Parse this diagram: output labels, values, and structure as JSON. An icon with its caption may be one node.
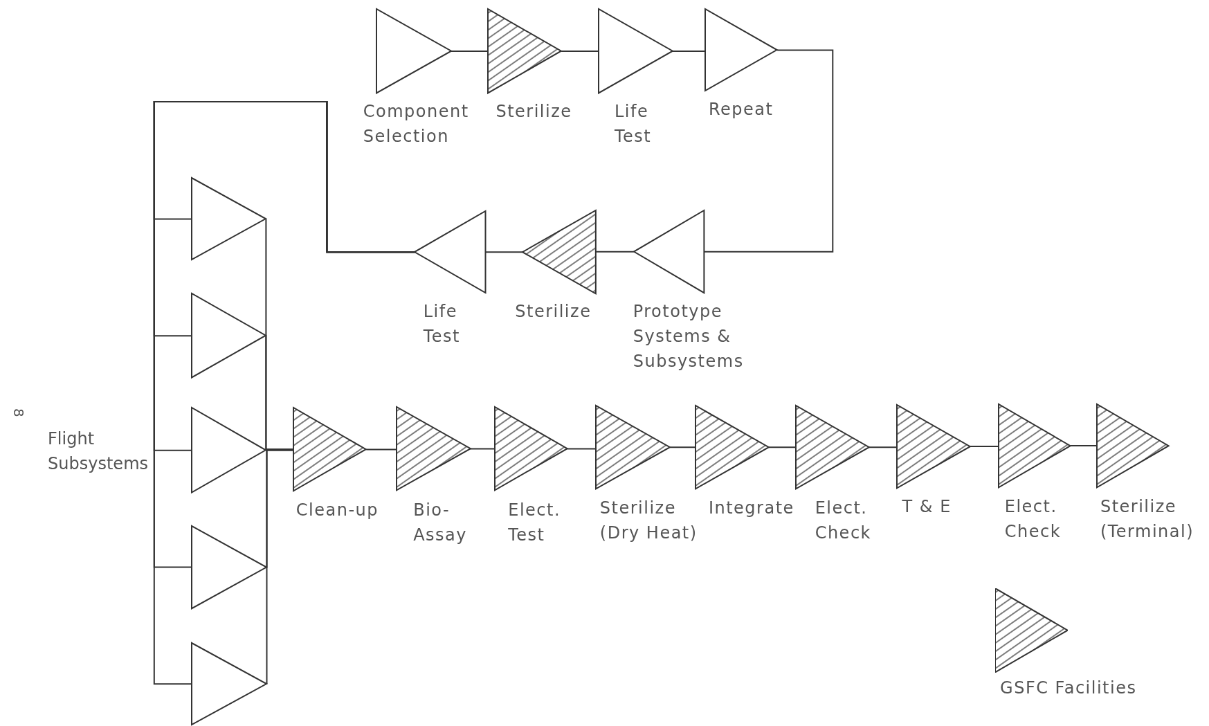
{
  "diagram": {
    "nodes": [
      {
        "text": [
          "Component Selection"
        ]
      },
      {
        "text": [
          "Sterilize"
        ]
      },
      {
        "text": [
          "Life Test"
        ]
      },
      {
        "text": [
          "Repeat"
        ]
      },
      {
        "text": [
          "Prototype Systems & Subsystems"
        ]
      },
      {
        "text": [
          "Sterilize"
        ]
      },
      {
        "text": [
          "Life Test"
        ]
      },
      {
        "text": [],
        "shape": "triangle"
      },
      {
        "text": [],
        "shape": "triangle"
      },
      {
        "text": [],
        "shape": "triangle"
      },
      {
        "text": [],
        "shape": "triangle"
      },
      {
        "text": [],
        "shape": "triangle"
      },
      {
        "text": [
          "Clean-up"
        ]
      },
      {
        "text": [
          "Bio-Assay"
        ]
      },
      {
        "text": [
          "Elect. Test"
        ]
      },
      {
        "text": [
          "Sterilize (Dry Heat)"
        ]
      },
      {
        "text": [
          "Integrate"
        ]
      },
      {
        "text": [
          "Elect. Check"
        ]
      },
      {
        "text": [
          "T & E"
        ]
      },
      {
        "text": [
          "Elect. Check"
        ]
      },
      {
        "text": [
          "Sterilize (Terminal)"
        ]
      }
    ],
    "edges": [
      {
        "from": 0,
        "to": 1,
        "arrow": "none"
      },
      {
        "from": 1,
        "to": 2,
        "arrow": "none"
      },
      {
        "from": 2,
        "to": 3,
        "arrow": "none"
      },
      {
        "from": 3,
        "to": 4,
        "arrow": "none"
      },
      {
        "from": 4,
        "to": 5,
        "arrow": "none"
      },
      {
        "from": 5,
        "to": 6,
        "arrow": "none"
      },
      {
        "from": 6,
        "to": 7,
        "arrow": "none"
      },
      {
        "from": 6,
        "to": 8,
        "arrow": "none"
      },
      {
        "from": 6,
        "to": 9,
        "arrow": "none"
      },
      {
        "from": 6,
        "to": 10,
        "arrow": "none"
      },
      {
        "from": 6,
        "to": 11,
        "arrow": "none"
      },
      {
        "from": 7,
        "to": 12,
        "arrow": "none"
      },
      {
        "from": 8,
        "to": 12,
        "arrow": "none"
      },
      {
        "from": 9,
        "to": 12,
        "arrow": "none"
      },
      {
        "from": 10,
        "to": 12,
        "arrow": "none"
      },
      {
        "from": 11,
        "to": 12,
        "arrow": "none"
      },
      {
        "from": 12,
        "to": 13,
        "arrow": "none"
      },
      {
        "from": 13,
        "to": 14,
        "arrow": "none"
      },
      {
        "from": 14,
        "to": 15,
        "arrow": "none"
      },
      {
        "from": 15,
        "to": 16,
        "arrow": "none"
      },
      {
        "from": 16,
        "to": 17,
        "arrow": "none"
      },
      {
        "from": 17,
        "to": 18,
        "arrow": "none"
      },
      {
        "from": 18,
        "to": 19,
        "arrow": "none"
      },
      {
        "from": 19,
        "to": 20,
        "arrow": "none"
      }
    ],
    "labels": [
      "8",
      "Flight Subsystems"
    ],
    "legend": [
      {
        "text": "GSFC Facilities"
      }
    ]
  }
}
